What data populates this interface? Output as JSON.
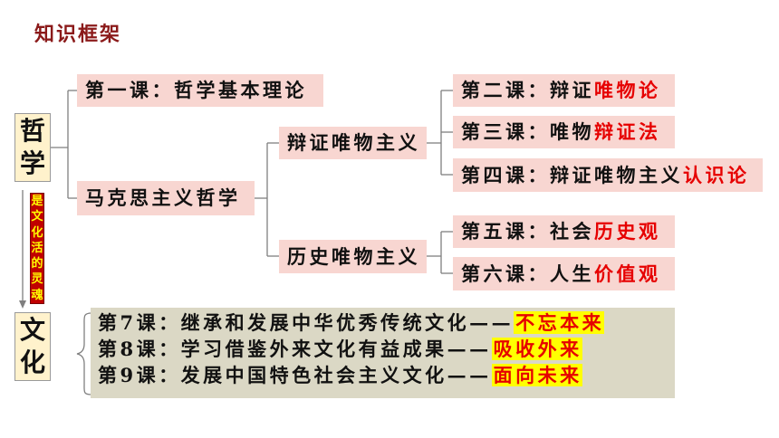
{
  "title": "知识框架",
  "philosophy": {
    "label": "哲学"
  },
  "culture": {
    "label": "文化"
  },
  "soul_label": "是文化活的灵魂",
  "philosophy_tree": {
    "lesson1": {
      "text": "第一课：哲学基本理论"
    },
    "marxist_philosophy": {
      "text": "马克思主义哲学"
    },
    "dialectical_materialism": {
      "text": "辩证唯物主义"
    },
    "historical_materialism": {
      "text": "历史唯物主义"
    },
    "lessons": [
      {
        "prefix": "第二课：辩证",
        "highlight": "唯物论"
      },
      {
        "prefix": "第三课：唯物",
        "highlight": "辩证法"
      },
      {
        "prefix": "第四课：辩证唯物主义",
        "highlight": "认识论"
      },
      {
        "prefix": "第五课：社会",
        "highlight": "历史观"
      },
      {
        "prefix": "第六课：人生",
        "highlight": "价值观"
      }
    ]
  },
  "culture_lessons": [
    {
      "prefix": "第7课：继承和发展中华优秀传统文化——",
      "highlight": "不忘本来"
    },
    {
      "prefix": "第8课：学习借鉴外来文化有益成果——",
      "highlight": "吸收外来"
    },
    {
      "prefix": "第9课：发展中国特色社会主义文化——",
      "highlight": "面向未来"
    }
  ],
  "colors": {
    "title": "#8b1a1a",
    "highlight_red": "#e60000",
    "highlight_yellow": "#ffff00",
    "node_pink": "#f8d6d1",
    "culture_box": "#dbd8c5",
    "label_box": "#fff2cc",
    "soul_red": "#c00000",
    "soul_text": "#ffff00"
  }
}
